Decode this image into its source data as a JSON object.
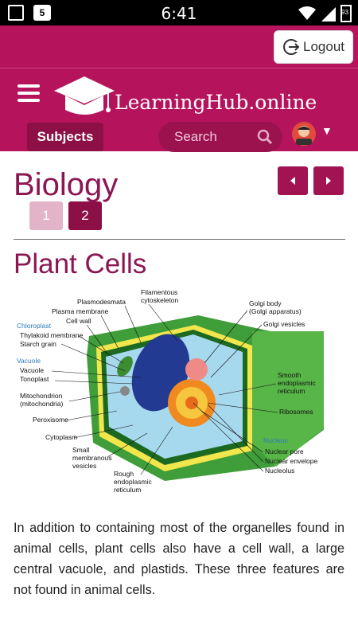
{
  "status_bar": {
    "time": "6:41",
    "notification_badge": "5",
    "battery_text": "93"
  },
  "header": {
    "logout_label": "Logout",
    "brand_name": "LearningHub.online",
    "subjects_label": "Subjects",
    "search_placeholder": "Search",
    "accent_color": "#b5145c"
  },
  "page": {
    "title": "Biology",
    "pages": [
      "1",
      "2"
    ],
    "current_page": "2",
    "section_title": "Plant Cells",
    "body": "In addition to containing most of the organelles found in animal cells, plant cells also have a cell wall, a large central vacuole, and plastids. These three features are not found in animal cells."
  },
  "diagram": {
    "labels": {
      "filamentous": "Filamentous",
      "cytoskeleton": "cytoskeleton",
      "plasmodesmata": "Plasmodesmata",
      "plasma_membrane": "Plasma membrane",
      "cell_wall": "Cell wall",
      "chloroplast": "Chloroplast",
      "thylakoid": "Thylakoid membrane",
      "starch": "Starch grain",
      "vacuole_group": "Vacuole",
      "vacuole": "Vacuole",
      "tonoplast": "Tonoplast",
      "mitochondrion": "Mitochondrion",
      "mitochondria": "(mitochondria)",
      "peroxisome": "Peroxisome",
      "cytoplasm": "Cytoplasm",
      "small": "Small",
      "membranous": "membranous",
      "vesicles": "vesicles",
      "rough": "Rough",
      "endoplasmic": "endoplasmic",
      "reticulum": "reticulum",
      "golgi_body": "Golgi body",
      "golgi_apparatus": "(Golgi apparatus)",
      "golgi_vesicles": "Golgi vesicles",
      "smooth": "Smooth",
      "smooth_endoplasmic": "endoplasmic",
      "smooth_reticulum": "reticulum",
      "ribosomes": "Ribosomes",
      "nucleus_group": "Nucleus",
      "nuclear_pore": "Nuclear pore",
      "nuclear_envelope": "Nuclear envelope",
      "nucleolus": "Nucleolus"
    }
  }
}
